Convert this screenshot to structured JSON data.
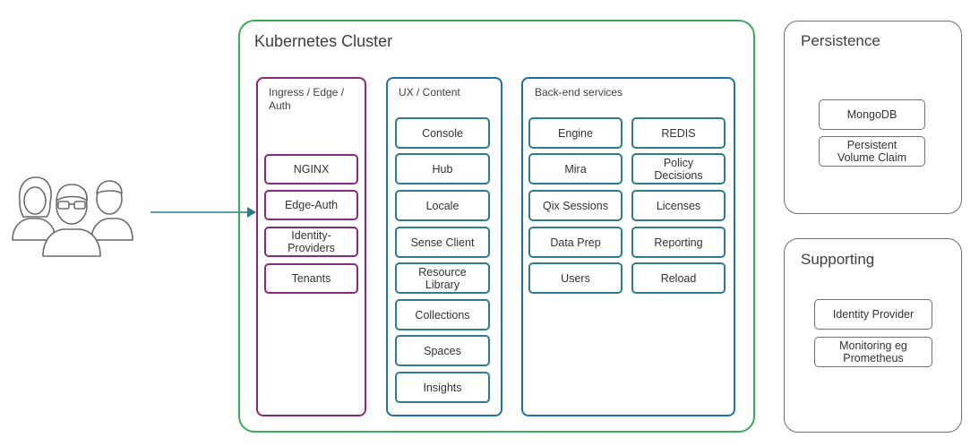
{
  "kubernetes": {
    "title": "Kubernetes Cluster",
    "columns": {
      "ingress": {
        "title": "Ingress / Edge / Auth",
        "items": [
          "NGINX",
          "Edge-Auth",
          "Identity-Providers",
          "Tenants"
        ]
      },
      "ux": {
        "title": "UX / Content",
        "items": [
          "Console",
          "Hub",
          "Locale",
          "Sense Client",
          "Resource Library",
          "Collections",
          "Spaces",
          "Insights"
        ]
      },
      "backend": {
        "title": "Back-end services",
        "left_items": [
          "Engine",
          "Mira",
          "Qix Sessions",
          "Data Prep",
          "Users"
        ],
        "right_items": [
          "REDIS",
          "Policy Decisions",
          "Licenses",
          "Reporting",
          "Reload"
        ]
      }
    }
  },
  "persistence": {
    "title": "Persistence",
    "items": [
      "MongoDB",
      "Persistent Volume Claim"
    ]
  },
  "supporting": {
    "title": "Supporting",
    "items": [
      "Identity Provider",
      "Monitoring eg Prometheus"
    ]
  },
  "colors": {
    "cluster_border": "#3aaa5c",
    "ingress": "#8a2a7a",
    "ux_panel": "#1f6fa8",
    "ux_box": "#2d7d8c",
    "arrow": "#2d7d8c",
    "grey": "#707070"
  },
  "icons": {
    "users": "users-group-icon",
    "arrow": "arrow-right-icon"
  }
}
